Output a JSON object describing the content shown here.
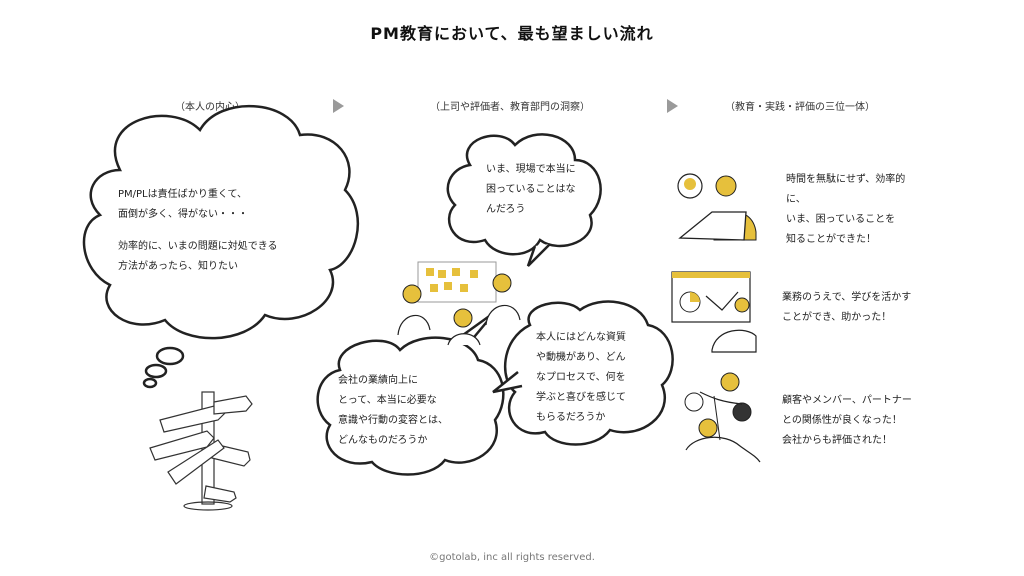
{
  "title": "PM教育において、最も望ましい流れ",
  "columns": [
    {
      "heading": "（本人の内心）",
      "bubble_paragraphs": [
        [
          "PM/PLは責任ばかり重くて、",
          "面倒が多く、得がない・・・"
        ],
        [
          "効率的に、いまの問題に対処できる",
          "方法があったら、知りたい"
        ]
      ]
    },
    {
      "heading": "（上司や評価者、教育部門の洞察）",
      "bubble_top": [
        "いま、現場で本当に",
        "困っていることはな",
        "んだろう"
      ],
      "bubble_left": [
        "会社の業績向上に",
        "とって、本当に必要な",
        "意識や行動の変容とは、",
        "どんなものだろうか"
      ],
      "bubble_right": [
        "本人にはどんな資質",
        "や動機があり、どん",
        "なプロセスで、何を",
        "学ぶと喜びを感じて",
        "もらるだろうか"
      ]
    },
    {
      "heading": "（教育・実践・評価の三位一体）",
      "items": [
        [
          "時間を無駄にせず、効率的",
          "に、",
          "いま、困っていることを",
          "知ることができた！"
        ],
        [
          "業務のうえで、学びを活かす",
          "ことができ、助かった！"
        ],
        [
          "顧客やメンバー、パートナー",
          "との関係性が良くなった！",
          "会社からも評価された！"
        ]
      ]
    }
  ],
  "footer": "©gotolab, inc  all rights reserved.",
  "colors": {
    "accent": "#e6c03c",
    "stroke": "#222222",
    "arrow": "#9a9a9a"
  }
}
